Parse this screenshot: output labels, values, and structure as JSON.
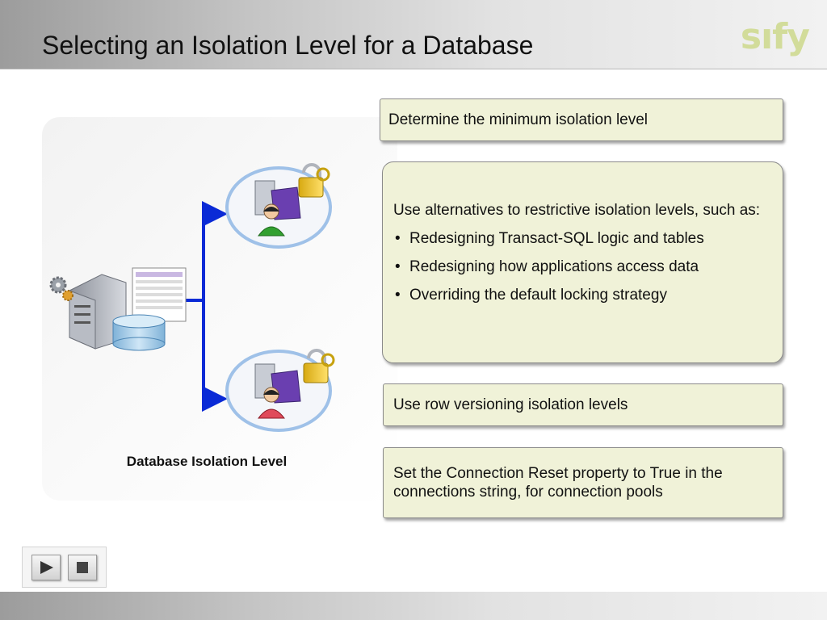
{
  "slide": {
    "title": "Selecting an Isolation Level for a Database",
    "logo_text": "sıfy",
    "diagram_caption": "Database Isolation Level"
  },
  "icons": {
    "server": "database-server-icon",
    "gear": "gear-icon",
    "table": "table-icon",
    "database": "database-cylinder-icon",
    "user_green": "user-workstation-icon",
    "user_red": "user-workstation-icon",
    "locks": "padlock-icon",
    "play": "play-icon",
    "stop": "stop-icon"
  },
  "boxes": {
    "minimum": "Determine the minimum isolation level",
    "alternatives_intro": "Use alternatives to restrictive isolation levels, such as:",
    "alternatives": [
      "Redesigning Transact-SQL logic and tables",
      "Redesigning how applications access data",
      "Overriding the default locking strategy"
    ],
    "row_versioning": "Use row versioning isolation levels",
    "connection_reset": "Set the Connection Reset property to True in the connections string, for connection pools"
  },
  "colors": {
    "box_fill": "#f0f2d8",
    "arrow": "#0a2ad6",
    "logo": "#d2dc9a"
  }
}
